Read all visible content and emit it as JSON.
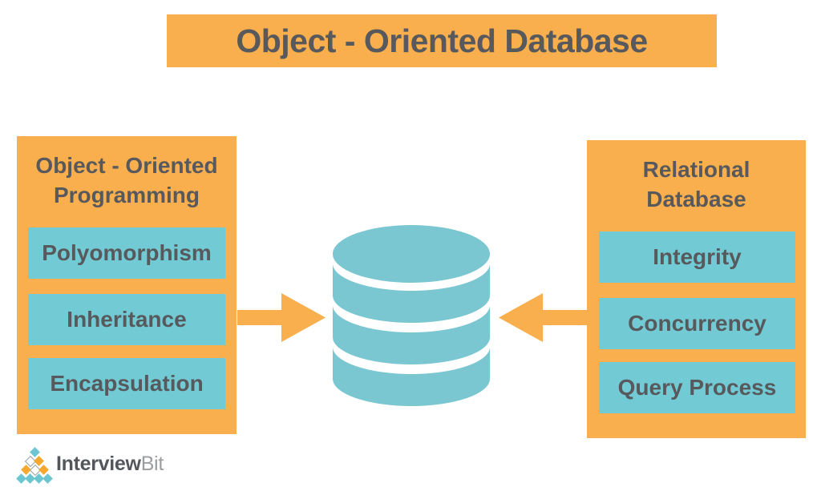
{
  "title": "Object - Oriented Database",
  "left_panel": {
    "title_line1": "Object - Oriented",
    "title_line2": "Programming",
    "items": [
      "Polyomorphism",
      "Inheritance",
      "Encapsulation"
    ]
  },
  "right_panel": {
    "title_line1": "Relational",
    "title_line2": "Database",
    "items": [
      "Integrity",
      "Concurrency",
      "Query Process"
    ]
  },
  "center": {
    "icon": "database-icon"
  },
  "logo": {
    "text_primary": "Interview",
    "text_secondary": "Bit",
    "mark_rows": [
      [
        "#6CC6D1"
      ],
      [
        "#FFFFFF",
        "#F5A82F"
      ],
      [
        "#F5A82F",
        "#FFFFFF",
        "#F5A82F"
      ],
      [
        "#6CC6D1",
        "#6CC6D1",
        "#6CC6D1",
        "#6CC6D1"
      ]
    ]
  },
  "colors": {
    "orange": "#F9AF4D",
    "teal_box": "#72CBD4",
    "teal_db": "#7AC7D1",
    "text": "#58595C",
    "logo_text_primary": "#53565A",
    "logo_text_secondary": "#9B9DA0"
  }
}
